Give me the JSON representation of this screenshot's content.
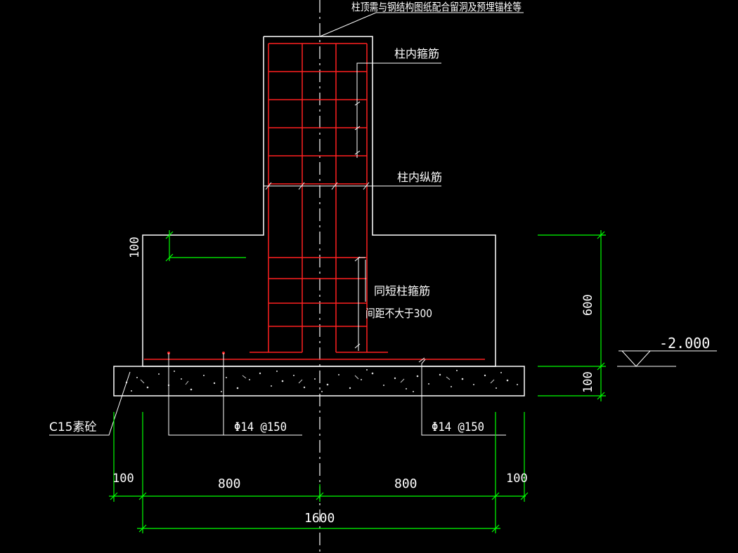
{
  "labels": {
    "top_note": "柱顶需与钢结构图纸配合留洞及预埋锚栓等",
    "col_stirrup": "柱内箍筋",
    "col_longitudinal": "柱内纵筋",
    "short_stirrup_1": "同短柱箍筋",
    "short_stirrup_2": "间距不大于300",
    "c15": "C15素砼",
    "rebar_left": "Φ14 @150",
    "rebar_right": "Φ14 @150",
    "elevation": "-2.000"
  },
  "dims": {
    "d100_top": "100",
    "d600": "600",
    "d100_right": "100",
    "d100_left": "100",
    "d100_right_bottom": "100",
    "d800_left": "800",
    "d800_right": "800",
    "d1600": "1600"
  },
  "colors": {
    "outline": "#ffffff",
    "rebar": "#ff2020",
    "dimension": "#00ff00",
    "background": "#000000"
  }
}
